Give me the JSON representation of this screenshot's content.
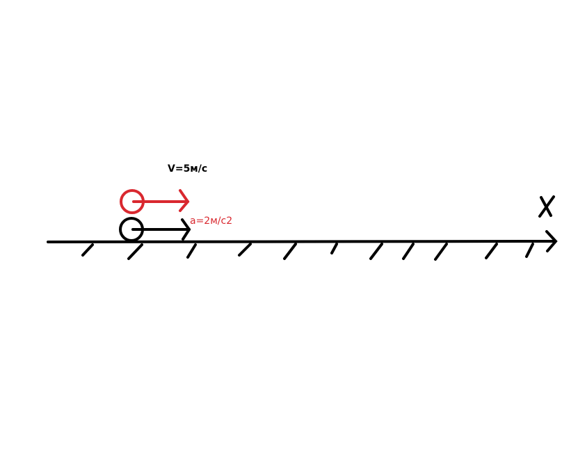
{
  "diagram": {
    "axis": {
      "label": "X",
      "color": "#000000"
    },
    "red_body": {
      "color": "#d9282f",
      "vector_label": "V=5м/с"
    },
    "black_body": {
      "color": "#000000",
      "vector_label": "a=2м/с2"
    },
    "labels": {
      "velocity": "V=5м/с",
      "acceleration": "a=2м/с2",
      "axis": "X"
    },
    "colors": {
      "background": "#ffffff",
      "accent": "#d9282f",
      "ink": "#000000"
    }
  }
}
